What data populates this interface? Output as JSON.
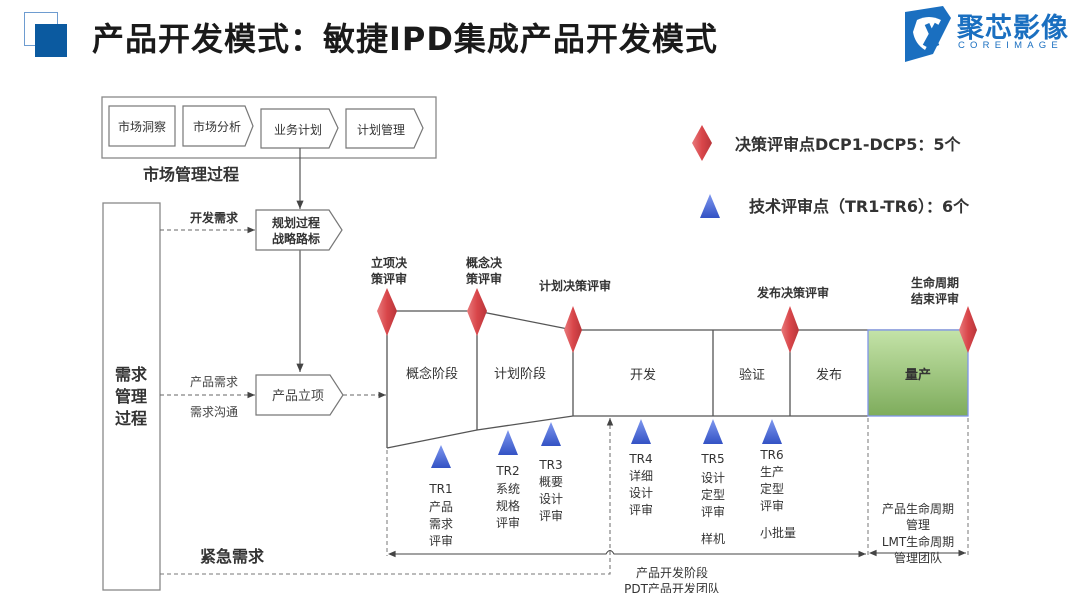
{
  "header": {
    "title": "产品开发模式：敏捷IPD集成产品开发模式",
    "brand_name": "聚芯影像",
    "brand_sub": "COREIMAGE"
  },
  "legend": {
    "dcp": {
      "icon": "red-diamond",
      "label": "决策评审点DCP1-DCP5：5个",
      "color": "#d9464a"
    },
    "tr": {
      "icon": "blue-triangle",
      "label": "技术评审点（TR1-TR6）：6个",
      "color": "#3c5fd0"
    }
  },
  "market": {
    "steps": [
      "市场洞察",
      "市场分析",
      "业务计划",
      "计划管理"
    ],
    "label": "市场管理过程"
  },
  "requirements": {
    "label_lines": [
      "需求",
      "管理",
      "过程"
    ],
    "dev_request": "开发需求",
    "product_request": "产品需求",
    "request_communication": "需求沟通",
    "urgent_request": "紧急需求"
  },
  "planning": {
    "box_lines": [
      "规划过程",
      "战略路标"
    ],
    "product_project": "产品立项"
  },
  "dcp_points": [
    {
      "lines": [
        "立项决",
        "策评审"
      ]
    },
    {
      "lines": [
        "概念决",
        "策评审"
      ]
    },
    {
      "lines": [
        "计划决策评审"
      ]
    },
    {
      "lines": [
        "发布决策评审"
      ]
    },
    {
      "lines": [
        "生命周期",
        "结束评审"
      ]
    }
  ],
  "phases": [
    {
      "label": "概念阶段"
    },
    {
      "label": "计划阶段"
    },
    {
      "label": "开发"
    },
    {
      "label": "验证"
    },
    {
      "label": "发布"
    },
    {
      "label": "量产",
      "color": "#9cc97a"
    }
  ],
  "tr_points": [
    {
      "id": "TR1",
      "lines": [
        "产品",
        "需求",
        "评审"
      ]
    },
    {
      "id": "TR2",
      "lines": [
        "系统",
        "规格",
        "评审"
      ]
    },
    {
      "id": "TR3",
      "lines": [
        "概要",
        "设计",
        "评审"
      ]
    },
    {
      "id": "TR4",
      "lines": [
        "详细",
        "设计",
        "评审"
      ]
    },
    {
      "id": "TR5",
      "lines": [
        "设计",
        "定型",
        "评审"
      ],
      "note": "样机"
    },
    {
      "id": "TR6",
      "lines": [
        "生产",
        "定型",
        "评审"
      ],
      "note": "小批量"
    }
  ],
  "spans": {
    "dev": [
      "产品开发阶段",
      "PDT产品开发团队"
    ],
    "lifecycle": [
      "产品生命周期",
      "管理",
      "LMT生命周期",
      "管理团队"
    ]
  }
}
